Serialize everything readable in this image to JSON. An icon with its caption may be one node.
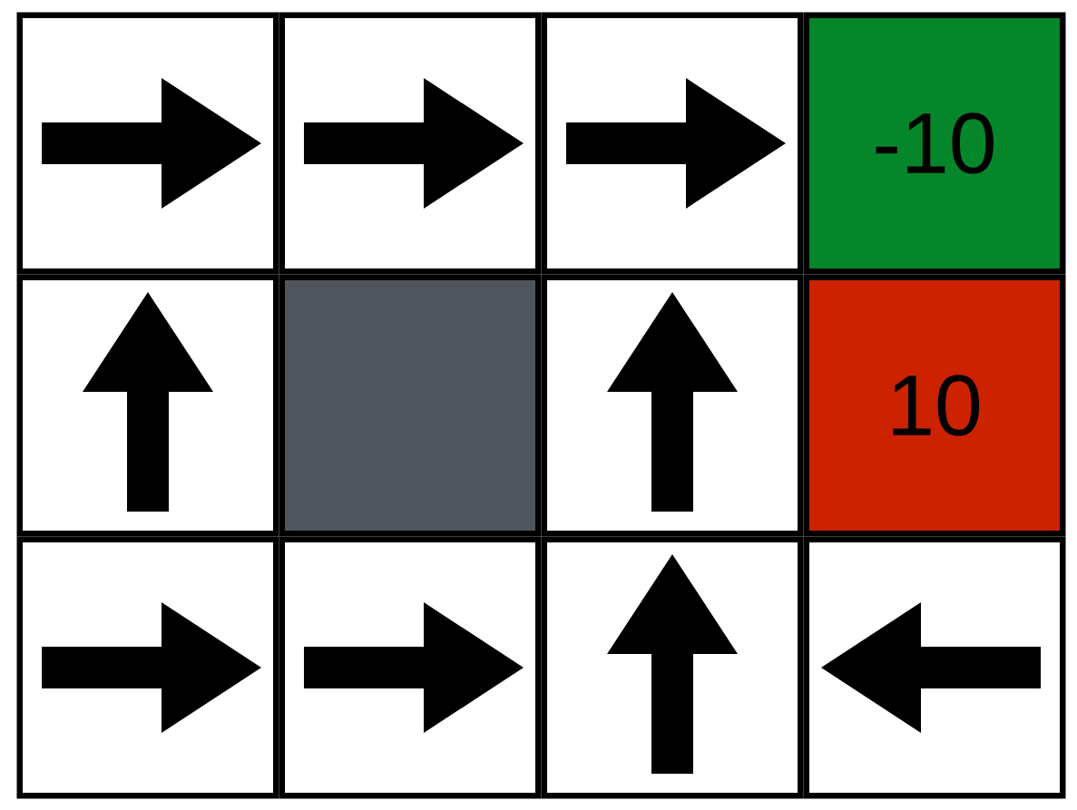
{
  "diagram": {
    "nodes": [
      {
        "text": [],
        "shape": "box"
      },
      {
        "text": [],
        "shape": "box"
      },
      {
        "text": [],
        "shape": "box"
      },
      {
        "text": [
          "-10"
        ]
      },
      {
        "text": [],
        "shape": "box"
      },
      {
        "text": [],
        "shape": "box"
      },
      {
        "text": [],
        "shape": "box"
      },
      {
        "text": [
          "10"
        ]
      },
      {
        "text": [],
        "shape": "box"
      },
      {
        "text": [],
        "shape": "box"
      },
      {
        "text": [],
        "shape": "box"
      },
      {
        "text": [],
        "shape": "box"
      }
    ]
  }
}
